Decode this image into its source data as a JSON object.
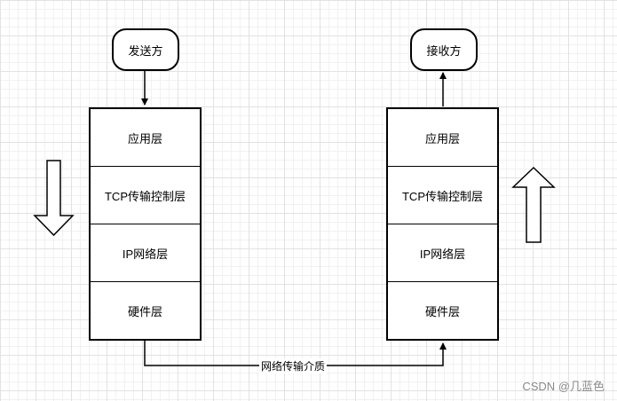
{
  "sender": {
    "label": "发送方",
    "layers": [
      "应用层",
      "TCP传输控制层",
      "IP网络层",
      "硬件层"
    ]
  },
  "receiver": {
    "label": "接收方",
    "layers": [
      "应用层",
      "TCP传输控制层",
      "IP网络层",
      "硬件层"
    ]
  },
  "link": {
    "label": "网络传输介质"
  },
  "watermark": "CSDN @几蓝色"
}
